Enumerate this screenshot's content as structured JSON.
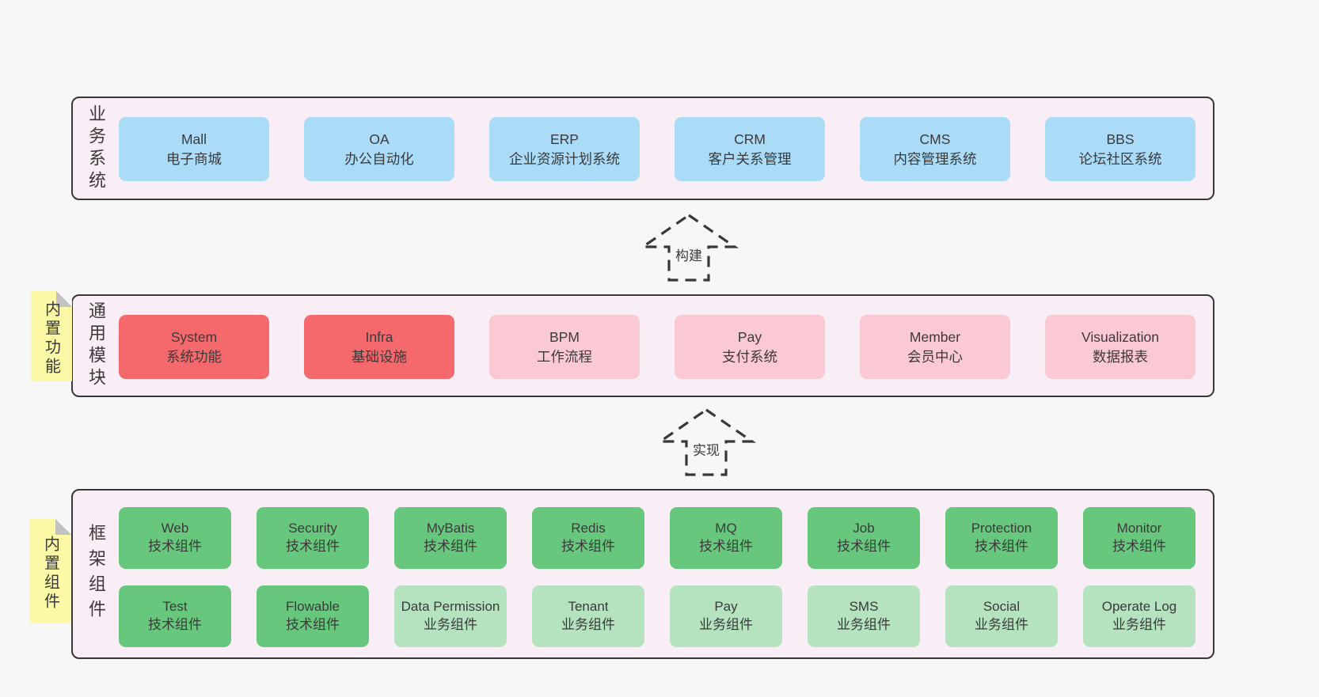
{
  "colors": {
    "pageBg": "#f8f7f8",
    "sectionBg": "#f9edf6",
    "line": "#383838",
    "text": "#3a3a3a",
    "blue": "#aadcf8",
    "red": "#f5696d",
    "pink": "#fbc9d3",
    "green": "#67c87d",
    "lightGreen": "#b5e3bf",
    "stickyYellow": "#fbf9a6",
    "stickyFold": "#c2c2c2"
  },
  "sections": [
    {
      "label": "业务系统",
      "boxes": [
        {
          "name": "Mall",
          "subtitle": "电子商城"
        },
        {
          "name": "OA",
          "subtitle": "办公自动化"
        },
        {
          "name": "ERP",
          "subtitle": "企业资源计划系统"
        },
        {
          "name": "CRM",
          "subtitle": "客户关系管理"
        },
        {
          "name": "CMS",
          "subtitle": "内容管理系统"
        },
        {
          "name": "BBS",
          "subtitle": "论坛社区系统"
        }
      ]
    },
    {
      "label": "通用模块",
      "sticky": "内置功能",
      "boxes": [
        {
          "name": "System",
          "subtitle": "系统功能"
        },
        {
          "name": "Infra",
          "subtitle": "基础设施"
        },
        {
          "name": "BPM",
          "subtitle": "工作流程"
        },
        {
          "name": "Pay",
          "subtitle": "支付系统"
        },
        {
          "name": "Member",
          "subtitle": "会员中心"
        },
        {
          "name": "Visualization",
          "subtitle": "数据报表"
        }
      ]
    },
    {
      "label": "框架组件",
      "sticky": "内置组件",
      "rows": [
        [
          {
            "name": "Web",
            "subtitle": "技术组件"
          },
          {
            "name": "Security",
            "subtitle": "技术组件"
          },
          {
            "name": "MyBatis",
            "subtitle": "技术组件"
          },
          {
            "name": "Redis",
            "subtitle": "技术组件"
          },
          {
            "name": "MQ",
            "subtitle": "技术组件"
          },
          {
            "name": "Job",
            "subtitle": "技术组件"
          },
          {
            "name": "Protection",
            "subtitle": "技术组件"
          },
          {
            "name": "Monitor",
            "subtitle": "技术组件"
          }
        ],
        [
          {
            "name": "Test",
            "subtitle": "技术组件"
          },
          {
            "name": "Flowable",
            "subtitle": "技术组件"
          },
          {
            "name": "Data Permission",
            "subtitle": "业务组件"
          },
          {
            "name": "Tenant",
            "subtitle": "业务组件"
          },
          {
            "name": "Pay",
            "subtitle": "业务组件"
          },
          {
            "name": "SMS",
            "subtitle": "业务组件"
          },
          {
            "name": "Social",
            "subtitle": "业务组件"
          },
          {
            "name": "Operate Log",
            "subtitle": "业务组件"
          }
        ]
      ]
    }
  ],
  "arrows": [
    {
      "label": "构建"
    },
    {
      "label": "实现"
    }
  ]
}
